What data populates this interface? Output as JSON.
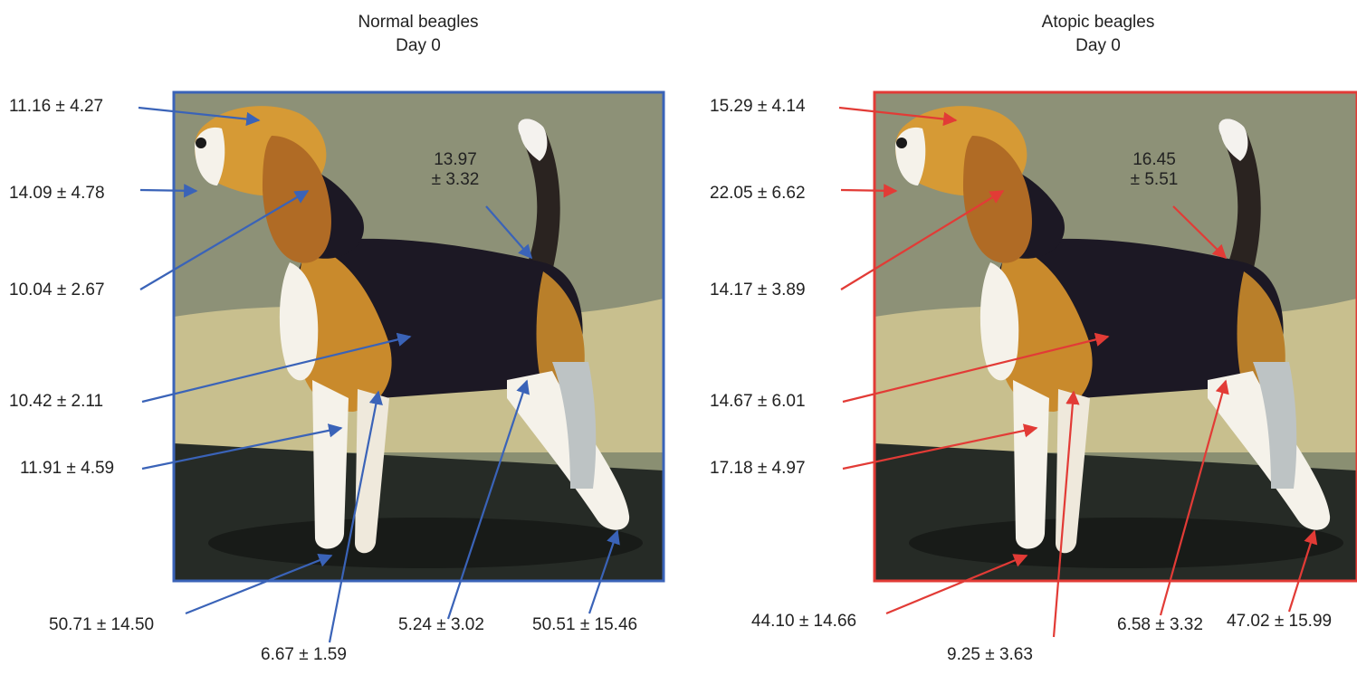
{
  "accent": {
    "normal": "#3a63b8",
    "atopic": "#e23b36"
  },
  "panels": [
    {
      "title_line1": "Normal beagles",
      "title_line2": "Day 0",
      "values": {
        "head": "11.16 ± 4.27",
        "muzzle": "14.09 ± 4.78",
        "ear": "10.04 ± 2.67",
        "back_line1": "13.97",
        "back_line2": "± 3.32",
        "belly": "10.42 ± 2.11",
        "foreleg": "11.91 ± 4.59",
        "front_paw": "50.71 ± 14.50",
        "axilla": "6.67 ± 1.59",
        "groin": "5.24 ± 3.02",
        "hind_paw": "50.51 ± 15.46"
      }
    },
    {
      "title_line1": "Atopic beagles",
      "title_line2": "Day 0",
      "values": {
        "head": "15.29 ± 4.14",
        "muzzle": "22.05 ± 6.62",
        "ear": "14.17 ± 3.89",
        "back_line1": "16.45",
        "back_line2": "± 5.51",
        "belly": "14.67 ± 6.01",
        "foreleg": "17.18 ± 4.97",
        "front_paw": "44.10 ± 14.66",
        "axilla": "9.25 ± 3.63",
        "groin": "6.58 ± 3.32",
        "hind_paw": "47.02 ± 15.99"
      }
    }
  ]
}
